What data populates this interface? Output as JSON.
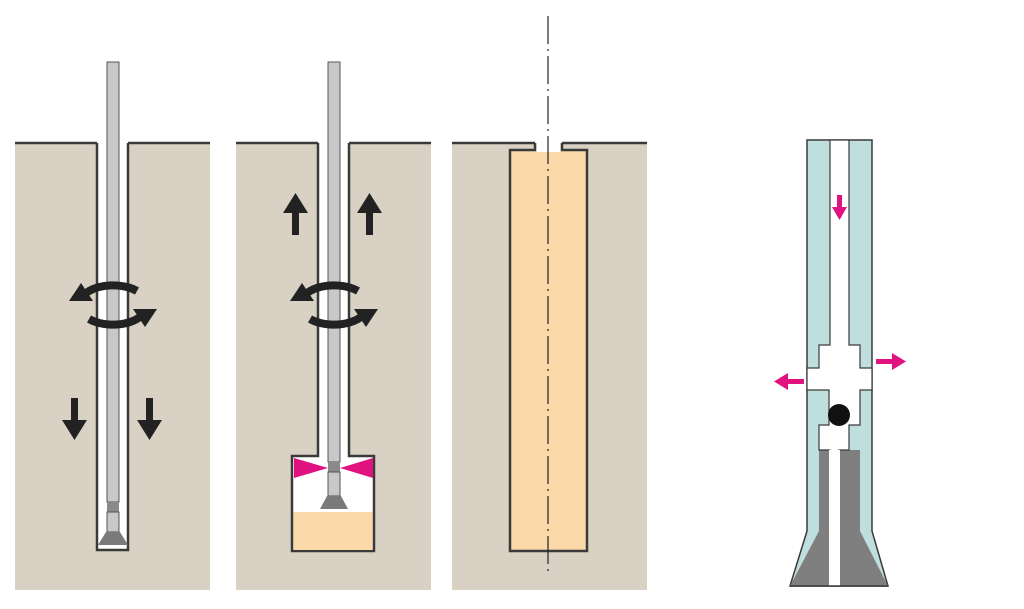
{
  "figure": {
    "panels": [
      {
        "id": "drilling",
        "step": 1,
        "description_visible": false
      },
      {
        "id": "jet-grouting",
        "step": 2,
        "description_visible": false
      },
      {
        "id": "completed-column",
        "step": 3,
        "description_visible": false
      },
      {
        "id": "monitor-detail",
        "step": 4,
        "description_visible": false
      }
    ],
    "colors": {
      "soil": "#d9d1c3",
      "soil_outline": "#3a3a3a",
      "rod": "#c8c8c8",
      "grout_column": "#fbd9a9",
      "jet": "#e0127f",
      "monitor_body": "#bfdede",
      "monitor_bit": "#7f7f7f",
      "arrow": "#222222",
      "ball": "#111111"
    },
    "icons": [
      "rotation-icon",
      "down-arrow-icon",
      "up-arrow-icon",
      "jet-nozzle-icon",
      "centerline-icon",
      "check-ball-icon"
    ]
  }
}
